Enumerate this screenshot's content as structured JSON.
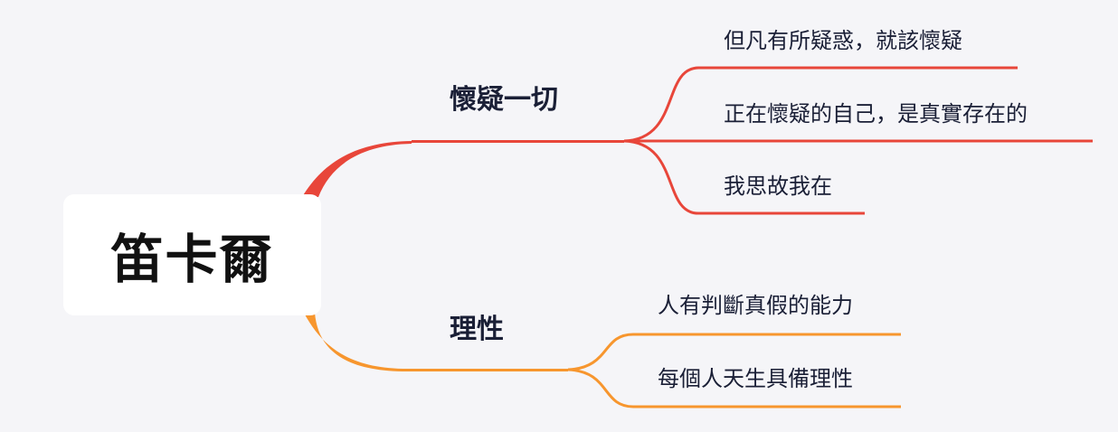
{
  "root": {
    "label": "笛卡爾"
  },
  "branches": [
    {
      "label": "懷疑一切",
      "color": "#e8463a",
      "leaves": [
        {
          "label": "但凡有所疑惑，就該懷疑"
        },
        {
          "label": "正在懷疑的自己，是真實存在的"
        },
        {
          "label": "我思故我在"
        }
      ]
    },
    {
      "label": "理性",
      "color": "#f7962e",
      "leaves": [
        {
          "label": "人有判斷真假的能力"
        },
        {
          "label": "每個人天生具備理性"
        }
      ]
    }
  ]
}
